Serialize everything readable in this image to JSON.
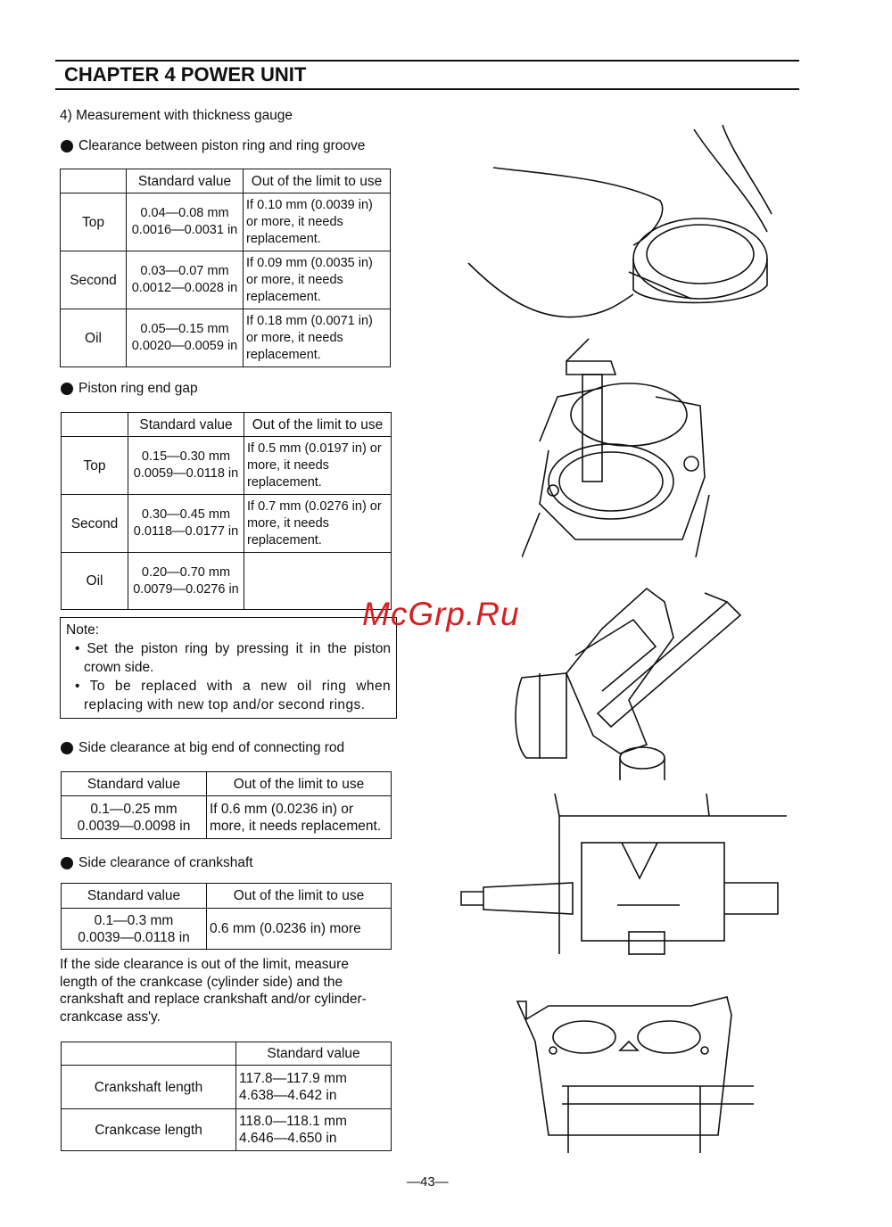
{
  "header": {
    "title": "CHAPTER 4  POWER UNIT"
  },
  "section_heading": "4) Measurement with thickness gauge",
  "ring_groove": {
    "title": "Clearance between piston ring and ring groove",
    "headers": [
      "",
      "Standard value",
      "Out of the limit to use"
    ],
    "rows": [
      {
        "name": "Top",
        "std_mm": "0.04—0.08 mm",
        "std_in": "0.0016—0.0031 in",
        "limit": [
          "If 0.10 mm (0.0039 in)",
          "or more, it needs",
          "replacement."
        ]
      },
      {
        "name": "Second",
        "std_mm": "0.03—0.07 mm",
        "std_in": "0.0012—0.0028 in",
        "limit": [
          "If 0.09 mm (0.0035 in)",
          "or more, it needs",
          "replacement."
        ]
      },
      {
        "name": "Oil",
        "std_mm": "0.05—0.15 mm",
        "std_in": "0.0020—0.0059 in",
        "limit": [
          "If 0.18 mm (0.0071 in)",
          "or more, it needs",
          "replacement."
        ]
      }
    ]
  },
  "end_gap": {
    "title": "Piston ring end gap",
    "headers": [
      "",
      "Standard value",
      "Out of the limit to use"
    ],
    "rows": [
      {
        "name": "Top",
        "std_mm": "0.15—0.30 mm",
        "std_in": "0.0059—0.0118 in",
        "limit": [
          "If 0.5 mm (0.0197 in)  or",
          "more, it needs",
          "replacement."
        ]
      },
      {
        "name": "Second",
        "std_mm": "0.30—0.45 mm",
        "std_in": "0.0118—0.0177 in",
        "limit": [
          "If 0.7 mm (0.0276 in)  or",
          "more, it needs",
          "replacement."
        ]
      },
      {
        "name": "Oil",
        "std_mm": "0.20—0.70 mm",
        "std_in": "0.0079—0.0276 in",
        "limit": [
          "",
          "",
          ""
        ]
      }
    ]
  },
  "note": {
    "label": "Note:",
    "items": [
      "Set the piston ring by pressing it in the piston crown side.",
      "To be replaced with a new oil ring when replacing with new top and/or second rings."
    ]
  },
  "conrod": {
    "title": "Side clearance at big end of connecting rod",
    "headers": [
      "Standard value",
      "Out of the limit to use"
    ],
    "std": [
      "0.1—0.25 mm",
      "0.0039—0.0098 in"
    ],
    "limit": [
      "If 0.6 mm (0.0236 in)  or",
      "more, it needs replacement."
    ]
  },
  "crankshaft": {
    "title": "Side clearance of crankshaft",
    "headers": [
      "Standard value",
      "Out of the limit to use"
    ],
    "std": [
      "0.1—0.3 mm",
      "0.0039—0.0118 in"
    ],
    "limit": "0.6 mm (0.0236 in) more"
  },
  "paragraph": [
    "If the side clearance is out of the limit, measure",
    "length of the crankcase (cylinder side) and the",
    "crankshaft and replace crankshaft and/or cylinder-",
    "crankcase ass'y."
  ],
  "length_table": {
    "header": "Standard value",
    "rows": [
      {
        "name": "Crankshaft length",
        "mm": "117.8—117.9 mm",
        "in": "4.638—4.642 in"
      },
      {
        "name": "Crankcase length",
        "mm": "118.0—118.1 mm",
        "in": "4.646—4.650 in"
      }
    ]
  },
  "page_number": "—43—",
  "watermark": "McGrp.Ru"
}
